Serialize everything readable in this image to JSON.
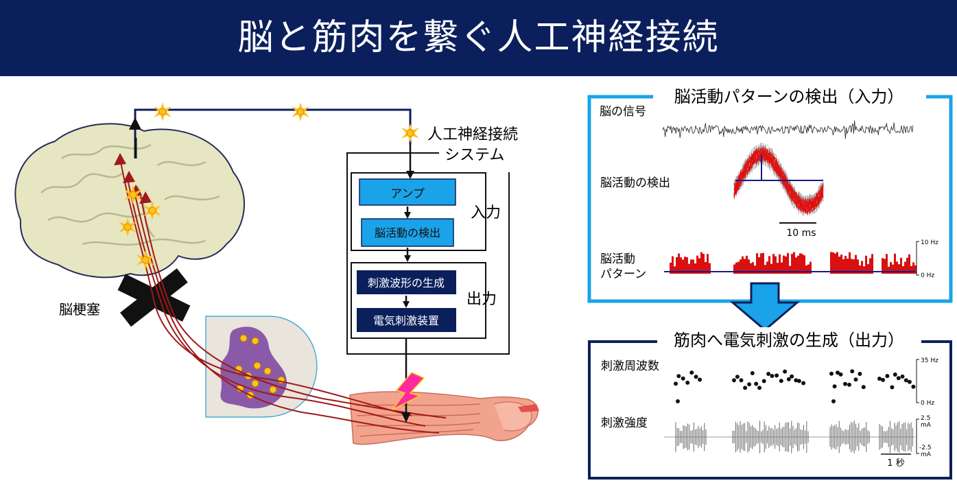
{
  "header": {
    "title": "脳と筋肉を繋ぐ人工神経接続"
  },
  "left": {
    "stroke_label": "脳梗塞",
    "system_label_line1": "人工神経接続",
    "system_label_line2": "システム",
    "input_label": "入力",
    "output_label": "出力",
    "blocks": {
      "amp": "アンプ",
      "detect": "脳活動の検出",
      "waveform": "刺激波形の生成",
      "stimulator": "電気刺激装置"
    }
  },
  "input_panel": {
    "title": "脳活動パターンの検出（入力）",
    "row_signal": "脳の信号",
    "row_detect": "脳活動の検出",
    "row_pattern_line1": "脳活動",
    "row_pattern_line2": "パターン",
    "scale_ms": "10 ms",
    "axis_top": "10 Hz",
    "axis_bottom": "0 Hz"
  },
  "output_panel": {
    "title": "筋肉へ電気刺激の生成（出力）",
    "row_freq": "刺激周波数",
    "row_intensity": "刺激強度",
    "freq_top": "35 Hz",
    "freq_bottom": "0 Hz",
    "int_top_value": "2.5",
    "int_top_unit": "mA",
    "int_bottom_value": "-2.5",
    "int_bottom_unit": "mA",
    "scale_sec": "1 秒"
  },
  "colors": {
    "navy": "#0b1f5c",
    "cyan": "#1aa3e8",
    "red": "#d81010",
    "brain": "#e6e6c2",
    "nerve": "#a01818",
    "skin": "#f2a38e",
    "purple": "#8a5aa8",
    "spark": "#ffc21a",
    "bolt": "#ff2aa0"
  }
}
